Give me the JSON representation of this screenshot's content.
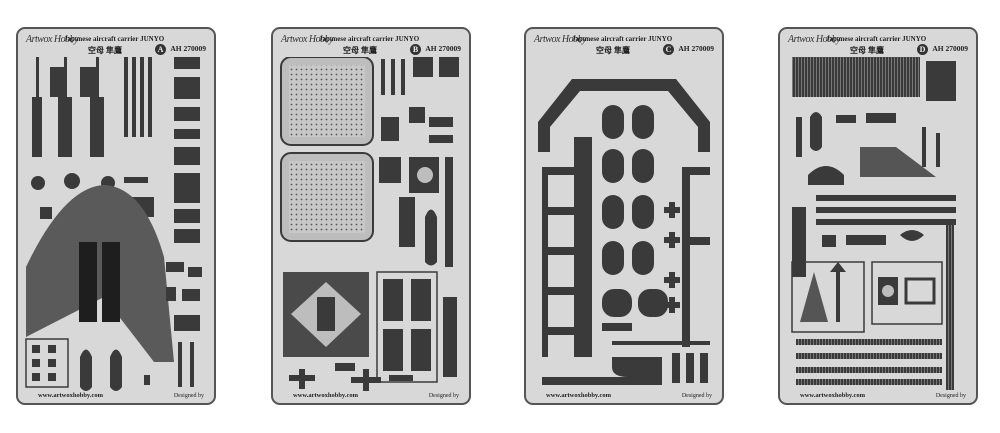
{
  "frets": [
    {
      "brand": "Artwox Hobby",
      "title": "Japanese aircraft carrier JUNYO",
      "kanji": "空母 隼鷹",
      "code": "AH 270009",
      "letter": "A",
      "url": "www.artwoxhobby.com",
      "design": "Designed by"
    },
    {
      "brand": "Artwox Hobby",
      "title": "Japanese aircraft carrier JUNYO",
      "kanji": "空母 隼鷹",
      "code": "AH 270009",
      "letter": "B",
      "url": "www.artwoxhobby.com",
      "design": "Designed by"
    },
    {
      "brand": "Artwox Hobby",
      "title": "Japanese aircraft carrier JUNYO",
      "kanji": "空母 隼鷹",
      "code": "AH 270009",
      "letter": "C",
      "url": "www.artwoxhobby.com",
      "design": "Designed by"
    },
    {
      "brand": "Artwox Hobby",
      "title": "Japanese aircraft carrier JUNYO",
      "kanji": "空母 隼鷹",
      "code": "AH 270009",
      "letter": "D",
      "url": "www.artwoxhobby.com",
      "design": "Designed by"
    }
  ],
  "colors": {
    "metal": "#d8d8d8",
    "etch": "#3a3a3a",
    "frame": "#555555"
  }
}
